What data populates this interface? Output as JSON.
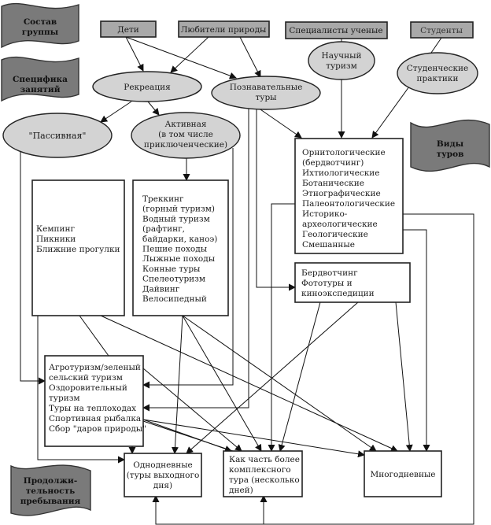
{
  "banners": {
    "group": [
      "Состав",
      "группы"
    ],
    "activity": [
      "Специфика",
      "занятий"
    ],
    "tour_types": [
      "Виды",
      "туров"
    ],
    "duration": [
      "Продолжи-",
      "тельность",
      "пребывания"
    ]
  },
  "groups": {
    "children": "Дети",
    "nature_lovers": "Любители природы",
    "scientists": "Специалисты ученые",
    "students": "Студенты"
  },
  "ellipses": {
    "recreation": [
      "Рекреация"
    ],
    "cognitive": [
      "Познавательные",
      "туры"
    ],
    "scientific": [
      "Научный",
      "туризм"
    ],
    "student_practice": [
      "Студенческие",
      "практики"
    ],
    "passive": [
      "\"Пассивная\""
    ],
    "active": [
      "Активная",
      "(в том числе",
      "приключенческие)"
    ]
  },
  "boxes": {
    "scientific_types": [
      "Орнитологические",
      "(бердвотчинг)",
      "Ихтиологические",
      "Ботанические",
      "Этнографические",
      "Палеонтологические",
      "Историко-",
      "археологические",
      "Геологические",
      "Смешанные"
    ],
    "passive_types": [
      "Кемпинг",
      "Пикники",
      "Ближние прогулки"
    ],
    "active_types": [
      "Треккинг",
      "(горный туризм)",
      "Водный туризм",
      "(рафтинг,",
      "байдарки, каноэ)",
      "Пешие походы",
      "Лыжные походы",
      "Конные туры",
      "Спелеотуризм",
      "Дайвинг",
      "Велосипедный"
    ],
    "photo_types": [
      "Бердвотчинг",
      "Фототуры и",
      "киноэкспедиции"
    ],
    "mixed_types": [
      "Агротуризм/зеленый",
      "сельский туризм",
      "Оздоровительный",
      "туризм",
      "Туры на теплоходах",
      "Спортивная рыбалка",
      "Сбор \"даров природы\""
    ],
    "one_day": [
      "Однодневные",
      "(туры выходного",
      "дня)"
    ],
    "part_of_complex": [
      "Как часть более",
      "комплексного",
      "тура (несколько",
      "дней)"
    ],
    "multi_day": [
      "Многодневные"
    ]
  },
  "colors": {
    "banner_fill": "#7a7a7a",
    "group_fill": "#a9a9a9",
    "ellipse_fill": "#d3d3d3",
    "box_fill": "#ffffff",
    "line": "#111111"
  }
}
